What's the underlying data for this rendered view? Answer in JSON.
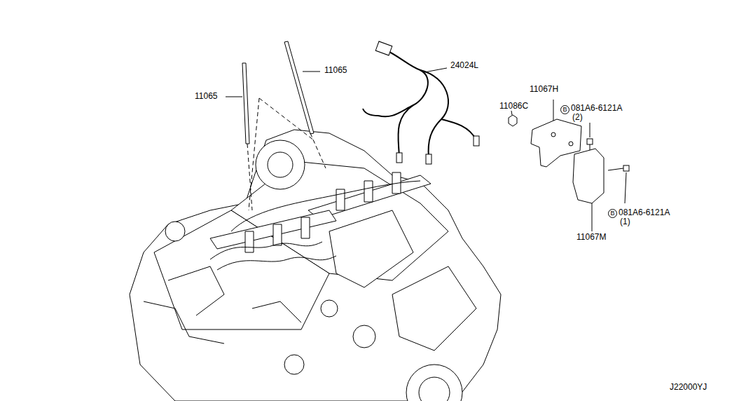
{
  "diagram": {
    "labels": [
      "11065",
      "11065",
      "24024L",
      "11067H",
      "11086C",
      "B",
      "081A6-6121A",
      "(2)",
      "B",
      "081A6-6121A",
      "(1)",
      "11067M",
      "J22000YJ"
    ]
  }
}
